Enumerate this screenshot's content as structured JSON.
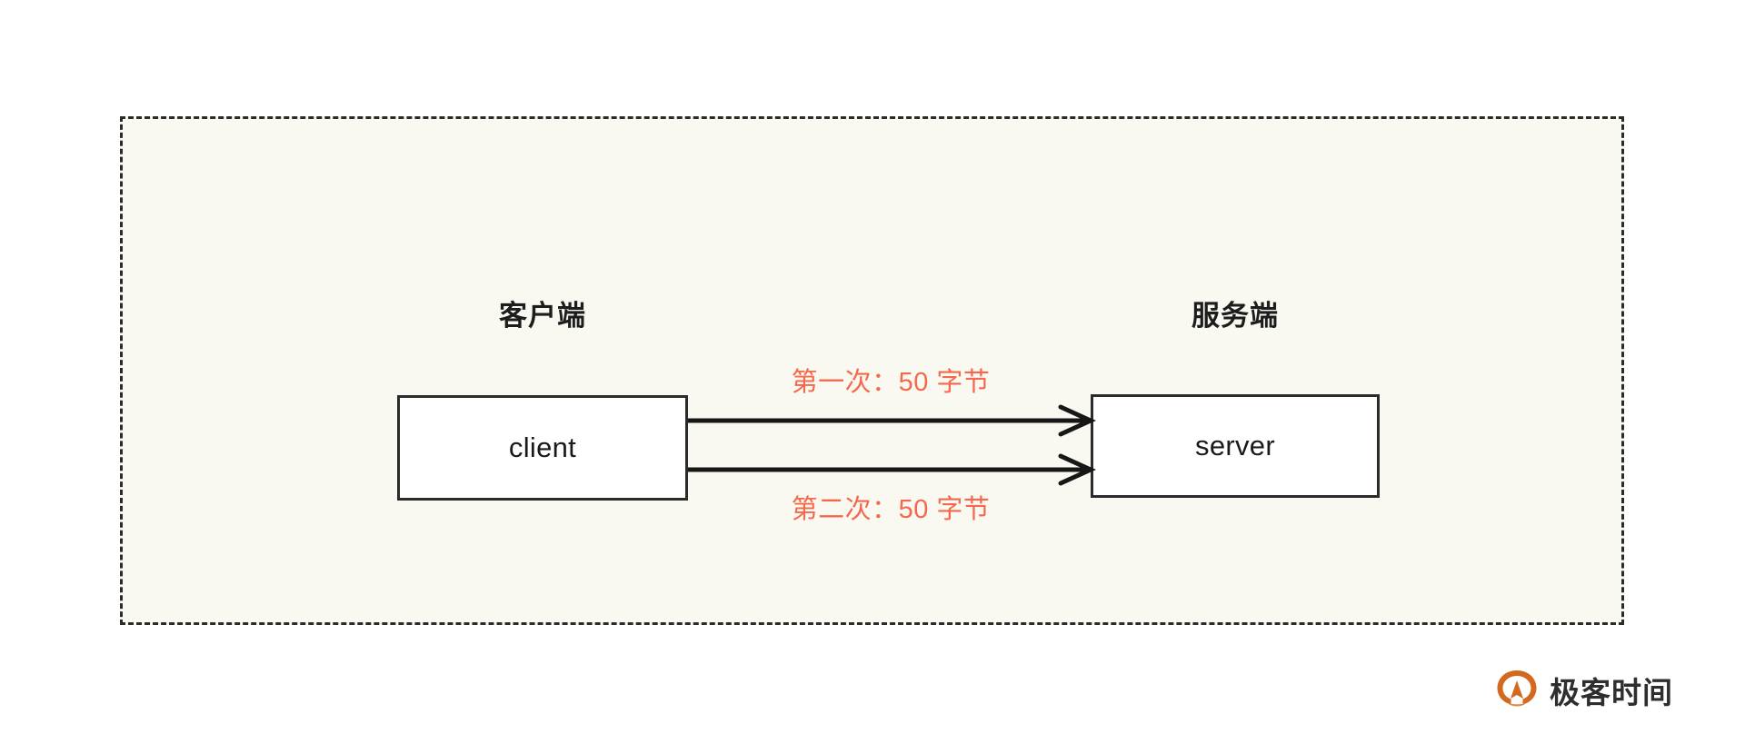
{
  "canvas": {
    "background": "#ffffff",
    "panel_background": "#f9f9f2",
    "panel_border_color": "#2b2b2b",
    "accent_color": "#f4694c",
    "logo_color": "#d2691e"
  },
  "diagram": {
    "type": "sequence-flow",
    "groups": [
      {
        "id": "client",
        "title": "客户端"
      },
      {
        "id": "server",
        "title": "服务端"
      }
    ],
    "nodes": [
      {
        "id": "client",
        "label": "client"
      },
      {
        "id": "server",
        "label": "server"
      }
    ],
    "flows": [
      {
        "id": "first",
        "from": "client",
        "to": "server",
        "label": "第一次：50 字节",
        "arrow": "arrow-right-icon"
      },
      {
        "id": "second",
        "from": "client",
        "to": "server",
        "label": "第二次：50 字节",
        "arrow": "arrow-right-icon"
      }
    ]
  },
  "watermark": {
    "text": "极客时间",
    "icon": "geektime-logo-icon"
  }
}
